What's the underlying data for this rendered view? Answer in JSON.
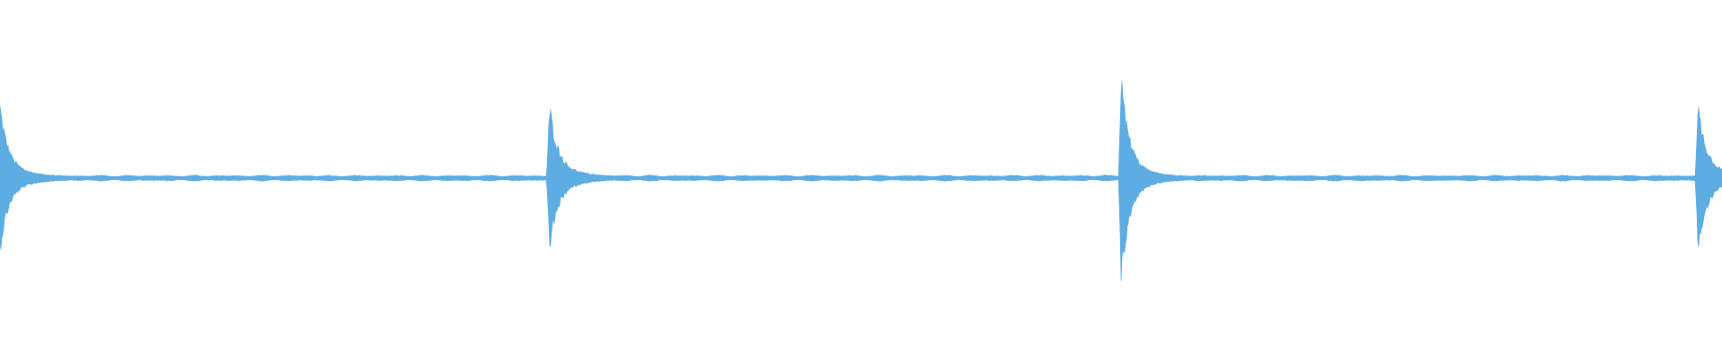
{
  "waveform": {
    "color": "#5dade2",
    "background": "#ffffff",
    "transients": [
      {
        "time": 0.0,
        "peak_up": 0.58,
        "peak_down": 0.58
      },
      {
        "time": 0.319,
        "peak_up": 0.6,
        "peak_down": 0.6
      },
      {
        "time": 0.651,
        "peak_up": 0.85,
        "peak_down": 0.87
      },
      {
        "time": 0.986,
        "peak_up": 0.6,
        "peak_down": 0.62
      }
    ],
    "noise_floor": 0.015
  }
}
